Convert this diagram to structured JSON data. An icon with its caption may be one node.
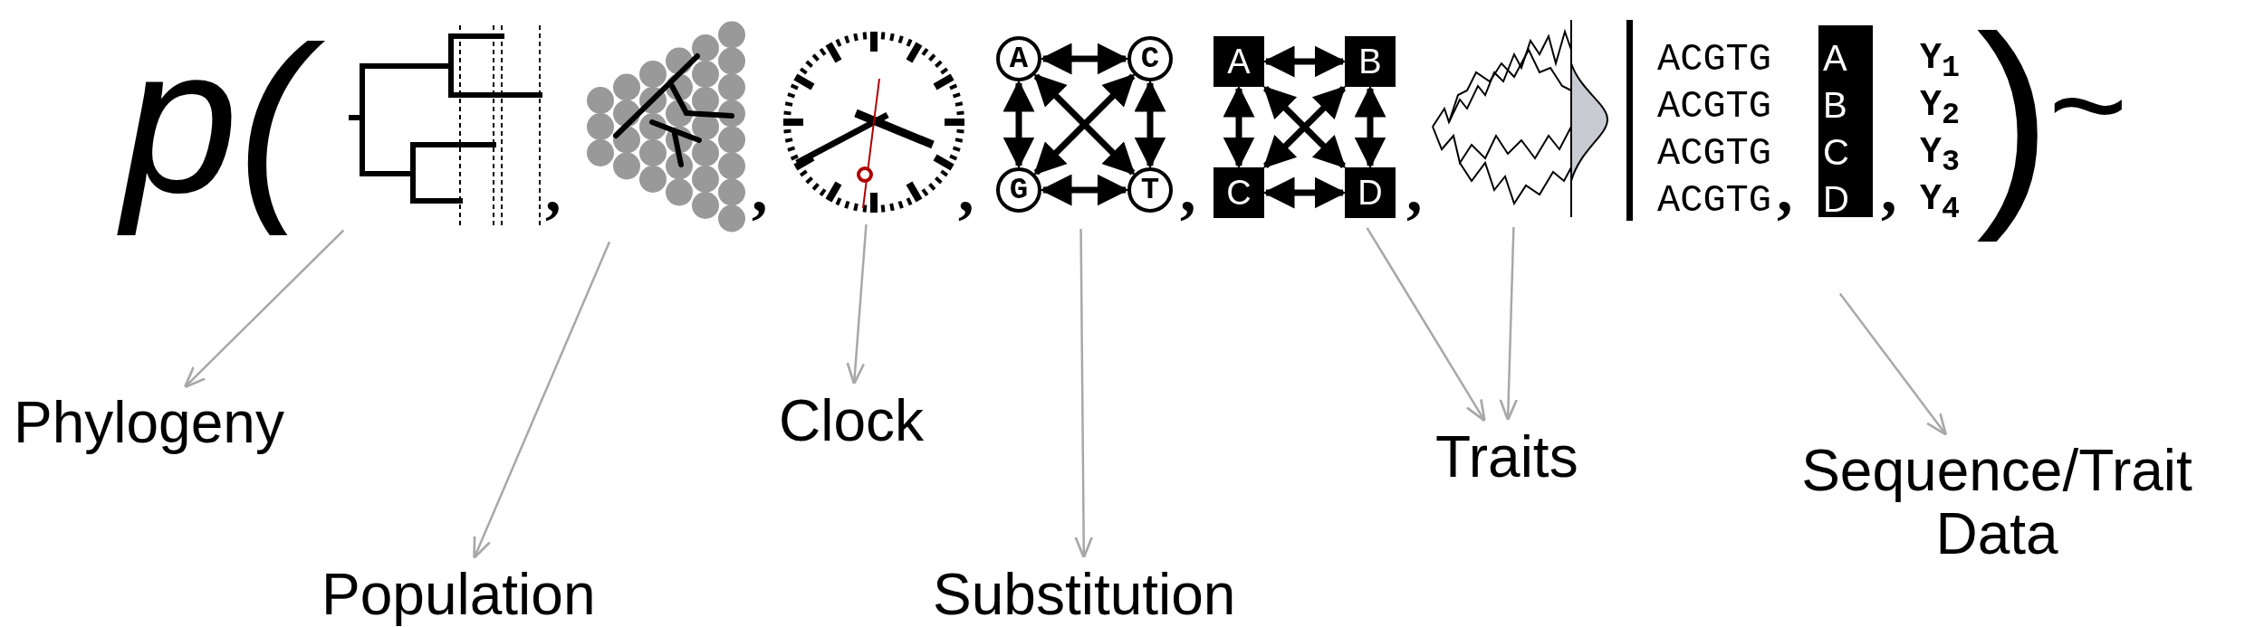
{
  "diagram": {
    "nodes": [
      {
        "text": [],
        "shape": "picture"
      },
      {
        "text": [],
        "shape": "picture"
      },
      {
        "text": [],
        "shape": "picture"
      },
      {
        "text": [],
        "shape": "picture"
      },
      {
        "text": [
          "A"
        ],
        "in": 3
      },
      {
        "text": [
          "C"
        ],
        "in": 3
      },
      {
        "text": [
          "G"
        ],
        "in": 3
      },
      {
        "text": [
          "T"
        ],
        "in": 3
      },
      {
        "text": [],
        "shape": "picture"
      },
      {
        "text": [
          "A"
        ],
        "in": 8
      },
      {
        "text": [
          "B"
        ],
        "in": 8
      },
      {
        "text": [
          "C"
        ],
        "in": 8
      },
      {
        "text": [
          "D"
        ],
        "in": 8
      },
      {
        "text": [],
        "shape": "picture"
      },
      {
        "text": [
          "Phylogeny"
        ]
      },
      {
        "text": [
          "Population"
        ]
      },
      {
        "text": [
          "Clock"
        ]
      },
      {
        "text": [
          "Substitution"
        ]
      },
      {
        "text": [
          "Traits"
        ]
      },
      {
        "text": [
          "Sequence/Trait Data"
        ]
      }
    ],
    "edges": [
      {
        "from": 4,
        "to": 5,
        "arrow": "both"
      },
      {
        "from": 4,
        "to": 6,
        "arrow": "both"
      },
      {
        "from": 4,
        "to": 7,
        "arrow": "both"
      },
      {
        "from": 5,
        "to": 6,
        "arrow": "both"
      },
      {
        "from": 5,
        "to": 7,
        "arrow": "both"
      },
      {
        "from": 6,
        "to": 7,
        "arrow": "both"
      },
      {
        "from": 9,
        "to": 10,
        "arrow": "both"
      },
      {
        "from": 9,
        "to": 11,
        "arrow": "both"
      },
      {
        "from": 9,
        "to": 12,
        "arrow": "both"
      },
      {
        "from": 10,
        "to": 11,
        "arrow": "both"
      },
      {
        "from": 10,
        "to": 12,
        "arrow": "both"
      },
      {
        "from": 11,
        "to": 12,
        "arrow": "both"
      },
      {
        "from": 0,
        "to": 14,
        "arrow": "to",
        "color": "#a8a8a8"
      },
      {
        "from": 1,
        "to": 15,
        "arrow": "to",
        "color": "#a8a8a8"
      },
      {
        "from": 2,
        "to": 16,
        "arrow": "to",
        "color": "#a8a8a8"
      },
      {
        "from": 3,
        "to": 17,
        "arrow": "to",
        "color": "#a8a8a8"
      },
      {
        "from": 8,
        "to": 18,
        "arrow": "to",
        "color": "#a8a8a8"
      },
      {
        "from": 13,
        "to": 18,
        "arrow": "to",
        "color": "#a8a8a8"
      },
      {
        "from": null,
        "to": 19,
        "arrow": "to",
        "color": "#a8a8a8"
      }
    ],
    "labels": [
      "p(",
      ",",
      ",",
      ",",
      ",",
      ",",
      "ACGTG",
      "A",
      "Y$_{1}$",
      "ACGTG",
      "B",
      "Y$_{2}$",
      "ACGTG",
      "C",
      "Y$_{3}$",
      "ACGTG",
      "D",
      "Y$_{4}$",
      ",",
      ",",
      ")",
      "~"
    ]
  }
}
